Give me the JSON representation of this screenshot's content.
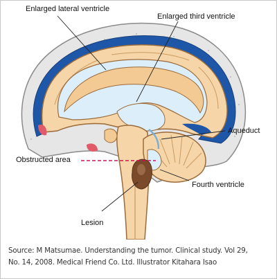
{
  "labels": {
    "enlarged_lateral_ventricle": "Enlarged lateral ventricle",
    "enlarged_third_ventricle": "Enlarged third ventricle",
    "aqueduct": "Aqueduct",
    "obstructed_area": "Obstructed area",
    "fourth_ventricle": "Fourth ventricle",
    "lesion": "Lesion"
  },
  "caption": {
    "line1": "Source: M Matsumae. Understanding the tumor. Clinical study. Vol 29,",
    "line2": "No. 14, 2008. Medical Friend Co. Ltd. Illustrator Kitahara Isao"
  },
  "colors": {
    "skull": "#e8e8e8",
    "skull_outline": "#8a8a8a",
    "membrane_blue": "#1f57a8",
    "brain_tissue": "#f6d6a8",
    "brain_outline": "#9a6a3a",
    "ventricle_fluid": "#dceef9",
    "lesion": "#7a4a2a",
    "red_fat": "#e05a6a",
    "obstruction_line": "#d01060"
  }
}
